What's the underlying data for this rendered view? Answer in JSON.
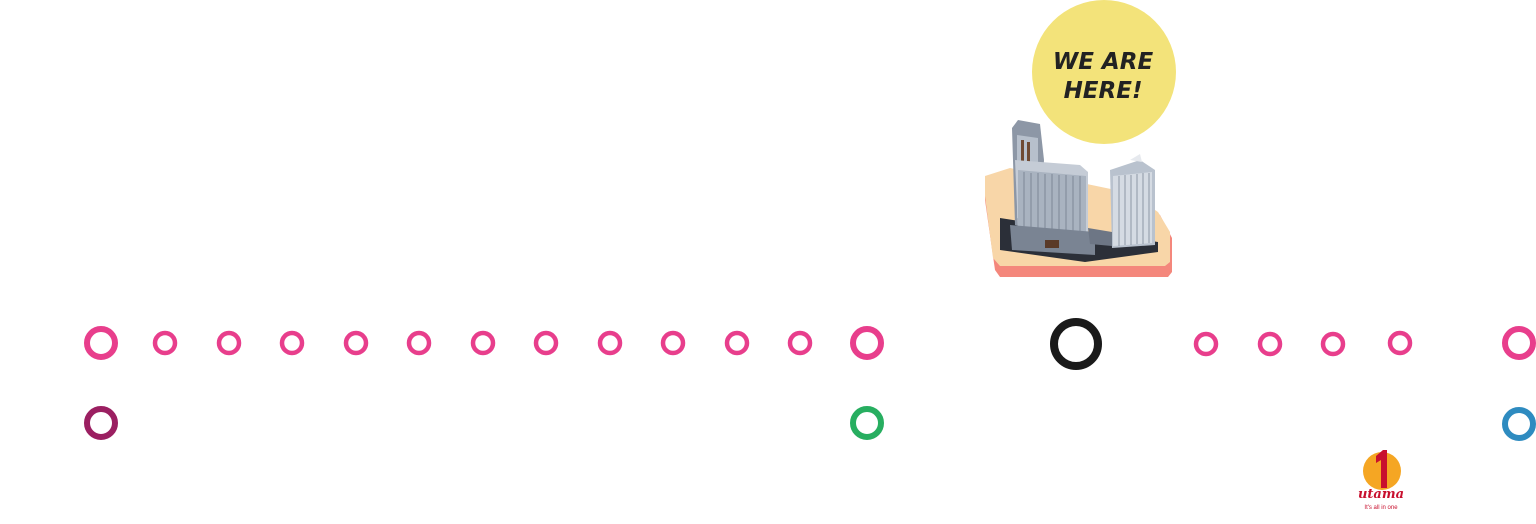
{
  "map": {
    "you_are_here": {
      "line1": "WE ARE",
      "line2": "HERE!"
    },
    "line_colors": {
      "main": "#e83e8c",
      "current": "#1a1a1a",
      "branch_left": "#9b1f61",
      "branch_mid": "#27ae60",
      "branch_right": "#2e8bc0"
    },
    "bubble_color": "#f3e37a",
    "logo": {
      "brand": "1 Utama",
      "word": "utama",
      "numeral": "1",
      "tagline": "It's all in one"
    }
  }
}
